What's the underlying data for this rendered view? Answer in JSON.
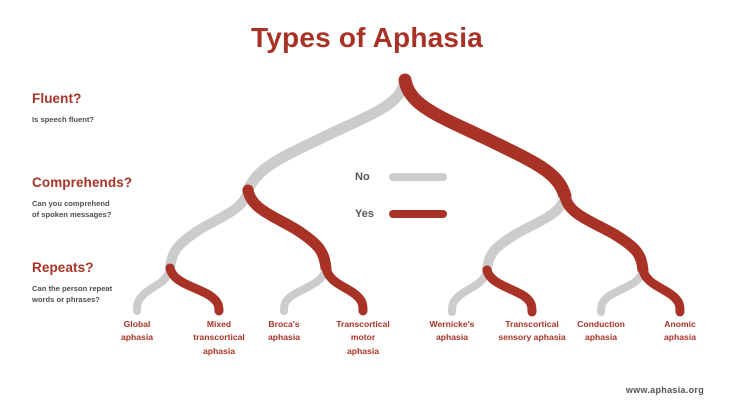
{
  "title": "Types of Aphasia",
  "colors": {
    "accent_red": "#a93226",
    "branch_no_grey": "#cccccc",
    "branch_yes_red": "#a93226",
    "background": "#ffffff",
    "subtext_grey": "#4d4d4d"
  },
  "questions": [
    {
      "id": "fluent",
      "title": "Fluent?",
      "sub_lines": [
        "Is speech fluent?"
      ]
    },
    {
      "id": "comprehends",
      "title": "Comprehends?",
      "sub_lines": [
        "Can you comprehend",
        "of spoken messages?"
      ]
    },
    {
      "id": "repeats",
      "title": "Repeats?",
      "sub_lines": [
        "Can the person repeat",
        "words or phrases?"
      ]
    }
  ],
  "legend": {
    "items": [
      {
        "label": "No",
        "color": "#cccccc"
      },
      {
        "label": "Yes",
        "color": "#a93226"
      }
    ]
  },
  "leaves": [
    {
      "lines": [
        "Global",
        "aphasia"
      ]
    },
    {
      "lines": [
        "Mixed",
        "transcortical",
        "aphasia"
      ]
    },
    {
      "lines": [
        "Broca's",
        "aphasia"
      ]
    },
    {
      "lines": [
        "Transcortical",
        "motor",
        "aphasia"
      ]
    },
    {
      "lines": [
        "Wernicke's",
        "aphasia"
      ]
    },
    {
      "lines": [
        "Transcortical",
        "sensory aphasia"
      ]
    },
    {
      "lines": [
        "Conduction",
        "aphasia"
      ]
    },
    {
      "lines": [
        "Anomic",
        "aphasia"
      ]
    }
  ],
  "footer": "www.aphasia.org",
  "chart_data": {
    "type": "diagram",
    "diagram_kind": "binary-decision-tree",
    "title": "Types of Aphasia",
    "levels": [
      {
        "question": "Fluent?",
        "detail": "Is speech fluent?"
      },
      {
        "question": "Comprehends?",
        "detail": "Can you comprehend of spoken messages?"
      },
      {
        "question": "Repeats?",
        "detail": "Can the person repeat words or phrases?"
      }
    ],
    "edge_legend": {
      "No": "#cccccc",
      "Yes": "#a93226"
    },
    "outcomes": [
      {
        "label": "Global aphasia",
        "path": [
          "No",
          "No",
          "No"
        ]
      },
      {
        "label": "Mixed transcortical aphasia",
        "path": [
          "No",
          "No",
          "Yes"
        ]
      },
      {
        "label": "Broca's aphasia",
        "path": [
          "No",
          "Yes",
          "No"
        ]
      },
      {
        "label": "Transcortical motor aphasia",
        "path": [
          "No",
          "Yes",
          "Yes"
        ]
      },
      {
        "label": "Wernicke's aphasia",
        "path": [
          "Yes",
          "No",
          "No"
        ]
      },
      {
        "label": "Transcortical sensory aphasia",
        "path": [
          "Yes",
          "No",
          "Yes"
        ]
      },
      {
        "label": "Conduction aphasia",
        "path": [
          "Yes",
          "Yes",
          "No"
        ]
      },
      {
        "label": "Anomic aphasia",
        "path": [
          "Yes",
          "Yes",
          "Yes"
        ]
      }
    ]
  }
}
